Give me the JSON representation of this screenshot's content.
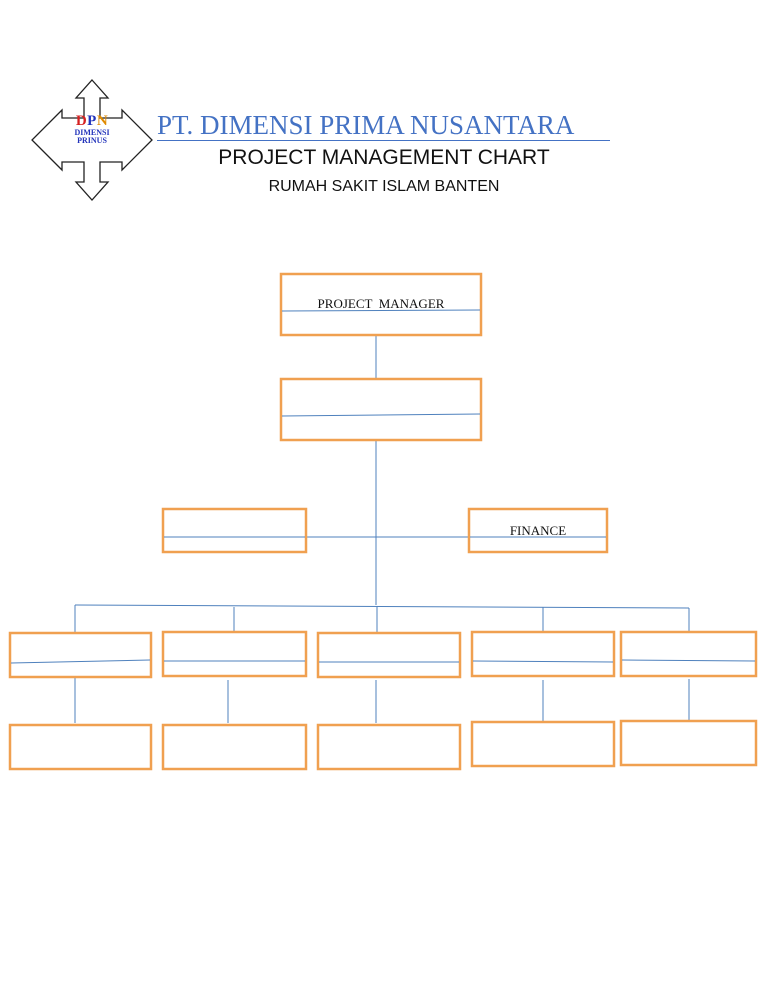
{
  "logo": {
    "initials_d": "D",
    "initials_p": "P",
    "initials_n": "N",
    "line1": "DIMENSI",
    "line2": "PRINUS"
  },
  "header": {
    "company": "PT. DIMENSI PRIMA NUSANTARA",
    "chart_title": "PROJECT MANAGEMENT CHART",
    "subtitle": "RUMAH SAKIT ISLAM BANTEN"
  },
  "org": {
    "top": "PROJECT  MANAGER",
    "level2": "",
    "left_staff": "",
    "right_staff": "FINANCE",
    "departments": [
      "",
      "",
      "",
      "",
      ""
    ],
    "sub_units": [
      "",
      "",
      "",
      "",
      ""
    ]
  },
  "colors": {
    "box_border": "#f0a050",
    "connector": "#4f81bd",
    "company": "#4472c4"
  }
}
